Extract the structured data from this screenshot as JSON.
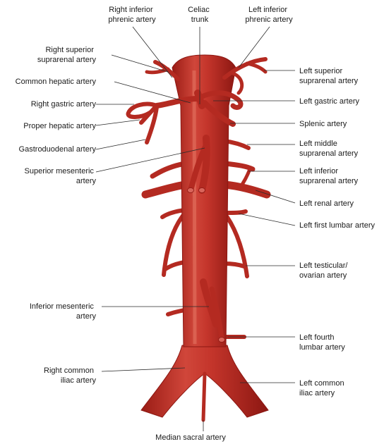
{
  "labels": {
    "right_inferior_phrenic": [
      "Right inferior",
      "phrenic artery"
    ],
    "celiac_trunk": [
      "Celiac",
      "trunk"
    ],
    "left_inferior_phrenic": [
      "Left inferior",
      "phrenic artery"
    ],
    "right_superior_suprarenal": [
      "Right superior",
      "suprarenal artery"
    ],
    "left_superior_suprarenal": [
      "Left superior",
      "suprarenal artery"
    ],
    "common_hepatic": [
      "Common hepatic artery"
    ],
    "left_gastric": [
      "Left gastric artery"
    ],
    "right_gastric": [
      "Right gastric artery"
    ],
    "splenic": [
      "Splenic artery"
    ],
    "proper_hepatic": [
      "Proper hepatic artery"
    ],
    "left_middle_suprarenal": [
      "Left middle",
      "suprarenal artery"
    ],
    "gastroduodenal": [
      "Gastroduodenal artery"
    ],
    "superior_mesenteric": [
      "Superior mesenteric",
      "artery"
    ],
    "left_inferior_suprarenal": [
      "Left inferior",
      "suprarenal artery"
    ],
    "left_renal": [
      "Left renal artery"
    ],
    "left_first_lumbar": [
      "Left first lumbar artery"
    ],
    "left_testicular_ovarian": [
      "Left testicular/",
      "ovarian artery"
    ],
    "inferior_mesenteric": [
      "Inferior mesenteric",
      "artery"
    ],
    "left_fourth_lumbar": [
      "Left fourth",
      "lumbar artery"
    ],
    "right_common_iliac": [
      "Right common",
      "iliac artery"
    ],
    "left_common_iliac": [
      "Left common",
      "iliac artery"
    ],
    "median_sacral": [
      "Median sacral artery"
    ]
  },
  "colors": {
    "artery_dark": "#8c1712",
    "artery_main": "#c4352b",
    "artery_light": "#e06a58",
    "leader_line": "#2a2a2a"
  }
}
